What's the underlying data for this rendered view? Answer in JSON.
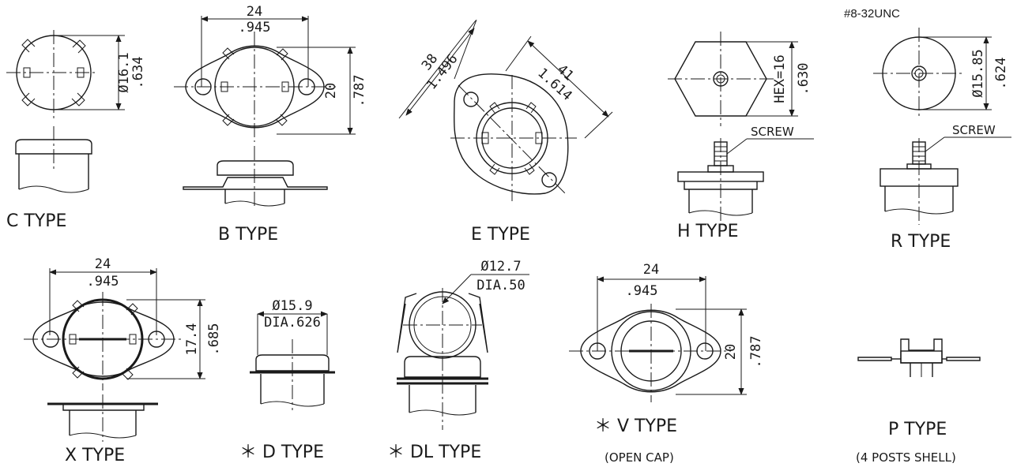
{
  "diagram": {
    "types": {
      "C": {
        "label": "C TYPE",
        "dim_mm": "Ø16.1",
        "dim_in": ".634"
      },
      "B": {
        "label": "B TYPE",
        "width_mm": "24",
        "width_in": ".945",
        "height_mm": "20",
        "height_in": ".787"
      },
      "E": {
        "label": "E TYPE",
        "dim1_mm": "38",
        "dim1_in": "1.496",
        "dim2_mm": "41",
        "dim2_in": "1.614"
      },
      "H": {
        "label": "H TYPE",
        "hex": "HEX=16",
        "hex_in": ".630",
        "screw": "SCREW"
      },
      "R": {
        "label": "R TYPE",
        "thread": "#8-32UNC",
        "dim_mm": "Ø15.85",
        "dim_in": ".624",
        "screw": "SCREW"
      },
      "X": {
        "label": "X TYPE",
        "width_mm": "24",
        "width_in": ".945",
        "height_mm": "17.4",
        "height_in": ".685"
      },
      "D": {
        "label": "＊ D TYPE",
        "dim_mm": "Ø15.9",
        "dim_in": "DIA.626"
      },
      "DL": {
        "label": "＊ DL TYPE",
        "dim_mm": "Ø12.7",
        "dim_in": "DIA.50"
      },
      "V": {
        "label": "＊ V TYPE",
        "sub": "(OPEN CAP)",
        "width_mm": "24",
        "width_in": ".945",
        "height_mm": "20",
        "height_in": ".787"
      },
      "P": {
        "label": "P TYPE",
        "sub": "(4 POSTS SHELL)"
      }
    }
  }
}
